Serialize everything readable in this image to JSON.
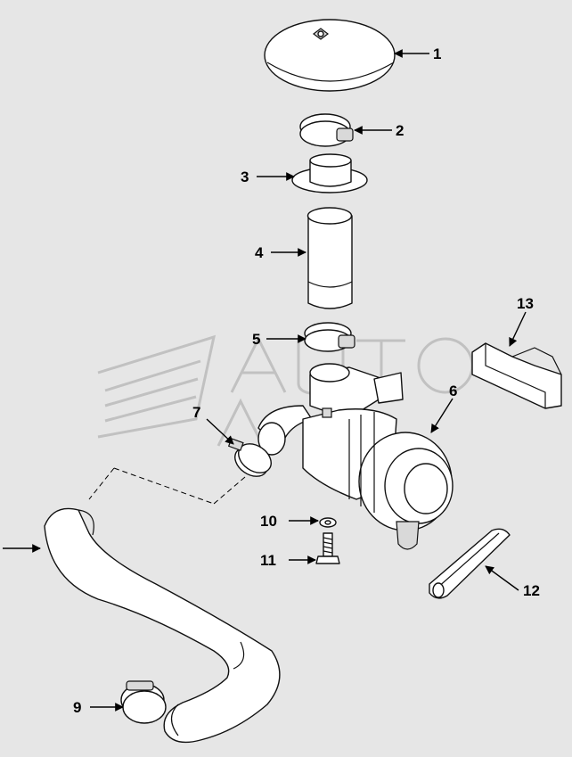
{
  "diagram": {
    "background": "#e6e6e6",
    "labels": [
      {
        "id": "1",
        "text": "1"
      },
      {
        "id": "2",
        "text": "2"
      },
      {
        "id": "3",
        "text": "3"
      },
      {
        "id": "4",
        "text": "4"
      },
      {
        "id": "5",
        "text": "5"
      },
      {
        "id": "6",
        "text": "6"
      },
      {
        "id": "7",
        "text": "7"
      },
      {
        "id": "9",
        "text": "9"
      },
      {
        "id": "10",
        "text": "10"
      },
      {
        "id": "11",
        "text": "11"
      },
      {
        "id": "12",
        "text": "12"
      },
      {
        "id": "13",
        "text": "13"
      }
    ]
  }
}
